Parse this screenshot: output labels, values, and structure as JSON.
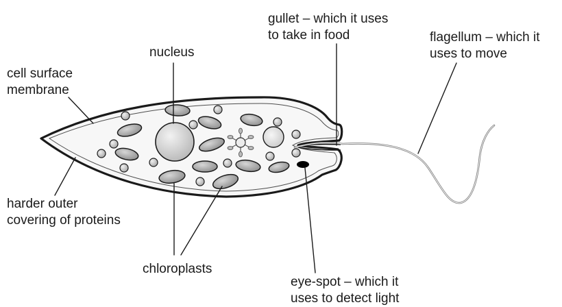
{
  "labels": {
    "cell_surface": [
      "cell surface",
      "membrane"
    ],
    "nucleus": "nucleus",
    "gullet": [
      "gullet – which it uses",
      "to take in food"
    ],
    "flagellum": [
      "flagellum – which it",
      "uses to move"
    ],
    "harder_outer": [
      "harder outer",
      "covering of proteins"
    ],
    "chloroplasts": "chloroplasts",
    "eye_spot": [
      "eye-spot – which it",
      "uses to detect light"
    ]
  },
  "colors": {
    "outline": "#1a1a1a",
    "cytoplasm": "#f7f7f7",
    "chloroplast": "#a6a6a6",
    "granule": "#c4c4c4",
    "eye_spot": "#000000"
  }
}
